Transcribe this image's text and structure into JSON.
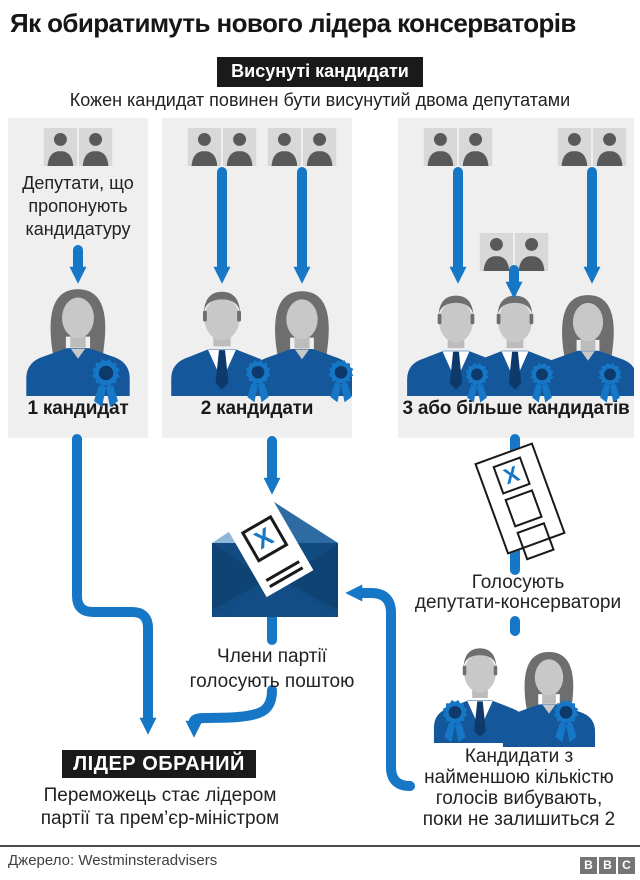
{
  "colors": {
    "accent_blue": "#1577c6",
    "suit_blue": "#15579b",
    "navy": "#0d3a6b",
    "envelope_body": "#114b80",
    "flap_light": "#8fb6d9",
    "flap_dark": "#2e6ba3",
    "column_bg": "#efefef",
    "badge_bg": "#1a1a1a",
    "icon_tile_bg": "#d8d8d8",
    "silhouette_gray": "#595959"
  },
  "header": {
    "title": "Як обиратимуть нового лідера консерваторів",
    "stage_badge": "Висунуті кандидати",
    "subtitle": "Кожен кандидат повинен бути висунутий двома депутатами"
  },
  "columns": [
    {
      "note": "Депутати, що\nпропонують\nкандидатуру",
      "label": "1 кандидат"
    },
    {
      "note": "",
      "label": "2 кандидати"
    },
    {
      "note": "",
      "label": "3 або більше кандидатів"
    }
  ],
  "postal": {
    "caption": "Члени партії\nголосують поштою"
  },
  "mp_ballot": {
    "caption": "Голосують\nдепутати-консерватори",
    "elimination": "Кандидати з\nнайменшою кількістю\nголосів вибувають,\nпоки не залишиться 2",
    "x_mark": "X"
  },
  "envelope": {
    "x_mark": "X"
  },
  "result": {
    "badge": "ЛІДЕР ОБРАНИЙ",
    "caption": "Переможець стає лідером\nпартії та прем’єр-міністром"
  },
  "footer": {
    "source": "Джерело: Westminsteradvisers",
    "logo_letters": [
      "B",
      "B",
      "C"
    ]
  },
  "icons": {
    "pair": "two-mp-silhouettes-tile",
    "male": "male-candidate-silhouette",
    "female": "female-candidate-silhouette",
    "rosette": "blue-party-rosette",
    "envelope": "open-postal-envelope",
    "ballot": "ballot-paper-with-x"
  }
}
